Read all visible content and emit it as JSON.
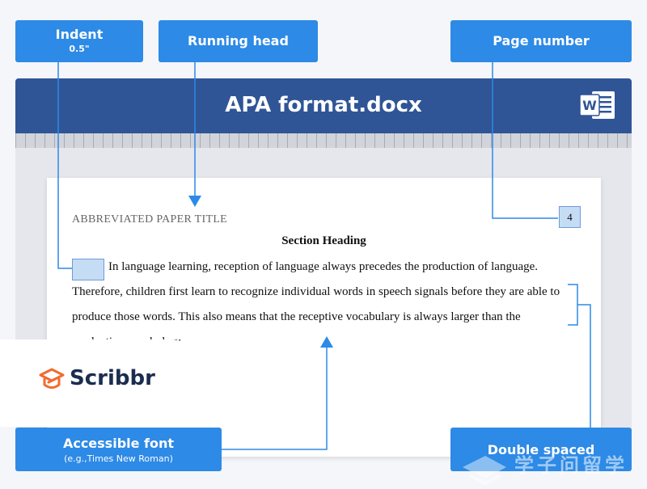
{
  "callouts": {
    "indent": {
      "title": "Indent",
      "sub": "0.5\""
    },
    "running_head": {
      "title": "Running head"
    },
    "page_number": {
      "title": "Page number"
    },
    "accessible_font": {
      "title": "Accessible font",
      "sub": "(e.g.,Times New Roman)"
    },
    "double_spaced": {
      "title": "Double spaced"
    }
  },
  "window": {
    "title": "APA format.docx",
    "app_icon": "word-icon"
  },
  "paper": {
    "running_head": "ABBREVIATED PAPER TITLE",
    "page_number": "4",
    "heading": "Section Heading",
    "lines": [
      "In language learning, reception of language always precedes the production of language.",
      "Therefore, children first learn to recognize individual words in speech signals before they are able to",
      "produce those words. This also means that the receptive vocabulary is always larger than the",
      "productive vocabulary."
    ]
  },
  "brand": {
    "name": "Scribbr",
    "icon": "scribbr-logo-icon"
  },
  "watermark": {
    "text": "学子问留学"
  },
  "colors": {
    "callout_blue": "#2d8ae6",
    "title_bar": "#2f5597",
    "highlight": "#c5dcf5",
    "brand_orange": "#f26a2e"
  }
}
